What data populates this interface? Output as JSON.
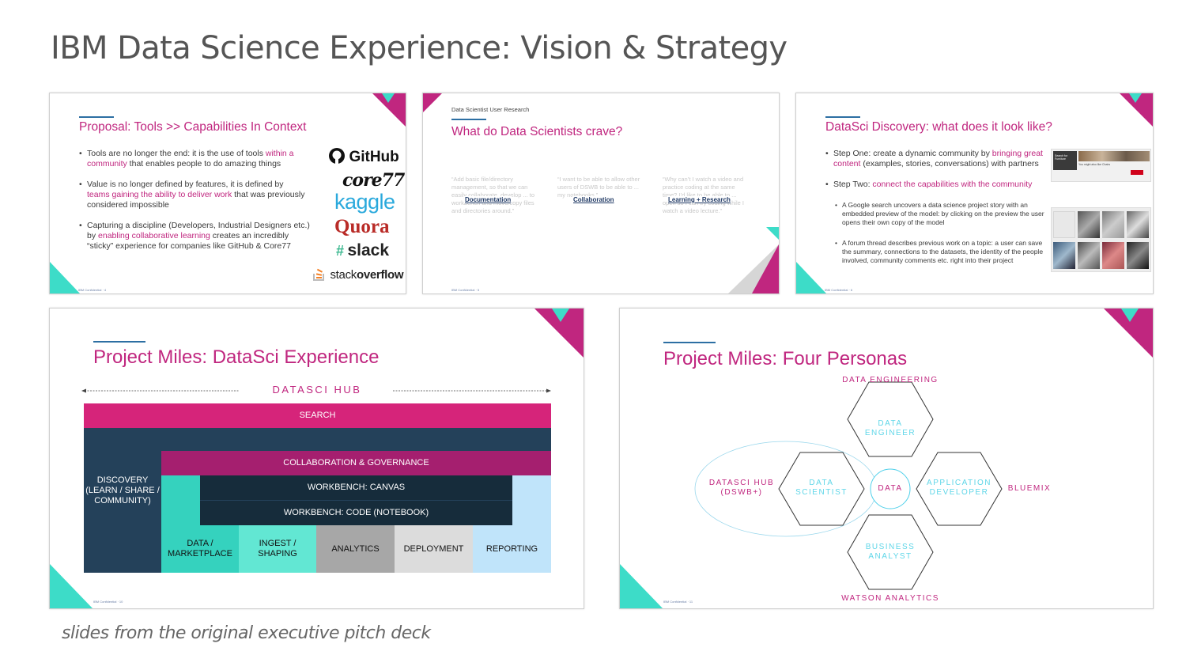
{
  "page": {
    "title": "IBM Data Science Experience: Vision & Strategy",
    "caption": "slides from the original executive pitch deck"
  },
  "colors": {
    "magenta": "#c0267f",
    "teal": "#3ddcc8",
    "navy": "#24415a",
    "title_gray": "#555555"
  },
  "slide1": {
    "title": "Proposal: Tools >> Capabilities In Context",
    "bullets": [
      {
        "a": "Tools are no longer the end: it is the use of tools ",
        "hl": "within a community",
        "b": " that enables people to do amazing things"
      },
      {
        "a": "Value is no longer defined by features, it is defined by ",
        "hl": "teams gaining the ability to deliver work",
        "b": " that was previously considered impossible"
      },
      {
        "a": "Capturing a discipline (Developers, Industrial Designers etc.) by ",
        "hl": "enabling collaborative learning",
        "b": " creates an incredibly “sticky” experience for companies like GitHub & Core77"
      }
    ],
    "logos": {
      "github": "GitHub",
      "core77": "core77",
      "kaggle": "kaggle",
      "quora": "Quora",
      "slack": "slack",
      "stack_a": "stack",
      "stack_b": "overflow"
    },
    "footer": "IBM Confidential  ·  4",
    "logo_icons": [
      "github-icon",
      "slack-icon",
      "stackoverflow-icon"
    ]
  },
  "slide2": {
    "kicker": "Data Scientist User Research",
    "title": "What do Data Scientists crave?",
    "columns": [
      {
        "quote": "“Add basic file/directory management, so that we can easily collaborate, develop ... to workbench and move/copy files and directories around.”",
        "link": "Documentation"
      },
      {
        "quote": "“I want to be able to allow other users of DSWB to be able to ... my notebooks.”",
        "link": "Collaboration"
      },
      {
        "quote": "“Why can’t I watch a video and practice coding at the same time? I’d like to be able to ... open so I can try coding while I watch a video lecture.”",
        "link": "Learning + Research"
      }
    ],
    "footer": "IBM Confidential  ·  5"
  },
  "slide3": {
    "title": "DataSci Discovery: what does it look like?",
    "bullets": [
      {
        "a": "Step One: create a dynamic community by ",
        "hl": "bringing great content",
        "b": " (examples, stories, conversations) with partners"
      },
      {
        "a": "Step Two: ",
        "hl": "connect the capabilities with the community",
        "b": ""
      }
    ],
    "sub_bullets": [
      "A Google search uncovers a data science project story with an embedded preview of the model: by clicking on the preview the user opens their own copy of the model",
      "A forum thread describes previous work on a topic: a user can save the summary, connections to the datasets, the identity of the people involved, community comments etc. right into their project"
    ],
    "thumb_top_text": "Search for Furniture",
    "thumb_top_sub": "You might also like Chairs",
    "footer": "IBM Confidential  ·  6"
  },
  "slide4": {
    "title": "Project Miles: DataSci Experience",
    "hub_label": "DATASCI HUB",
    "blocks": {
      "search": "SEARCH",
      "discovery": "DISCOVERY (LEARN / SHARE / COMMUNITY)",
      "collab": "COLLABORATION & GOVERNANCE",
      "canvas": "WORKBENCH: CANVAS",
      "code": "WORKBENCH: CODE (NOTEBOOK)",
      "marketplace": "DATA / MARKETPLACE",
      "ingest": "INGEST / SHAPING",
      "analytics": "ANALYTICS",
      "deployment": "DEPLOYMENT",
      "reporting": "REPORTING"
    },
    "footer": "IBM Confidential  ·  10"
  },
  "slide5": {
    "title": "Project Miles: Four Personas",
    "labels": {
      "data_engineering": "DATA ENGINEERING",
      "data_engineer": "DATA\nENGINEER",
      "datasci_hub": "DATASCI HUB\n(DSWB+)",
      "data_scientist": "DATA\nSCIENTIST",
      "data": "DATA",
      "app_dev": "APPLICATION\nDEVELOPER",
      "bluemix": "BLUEMIX",
      "business_analyst": "BUSINESS\nANALYST",
      "watson": "WATSON ANALYTICS"
    },
    "footer": "IBM Confidential  ·  11"
  }
}
